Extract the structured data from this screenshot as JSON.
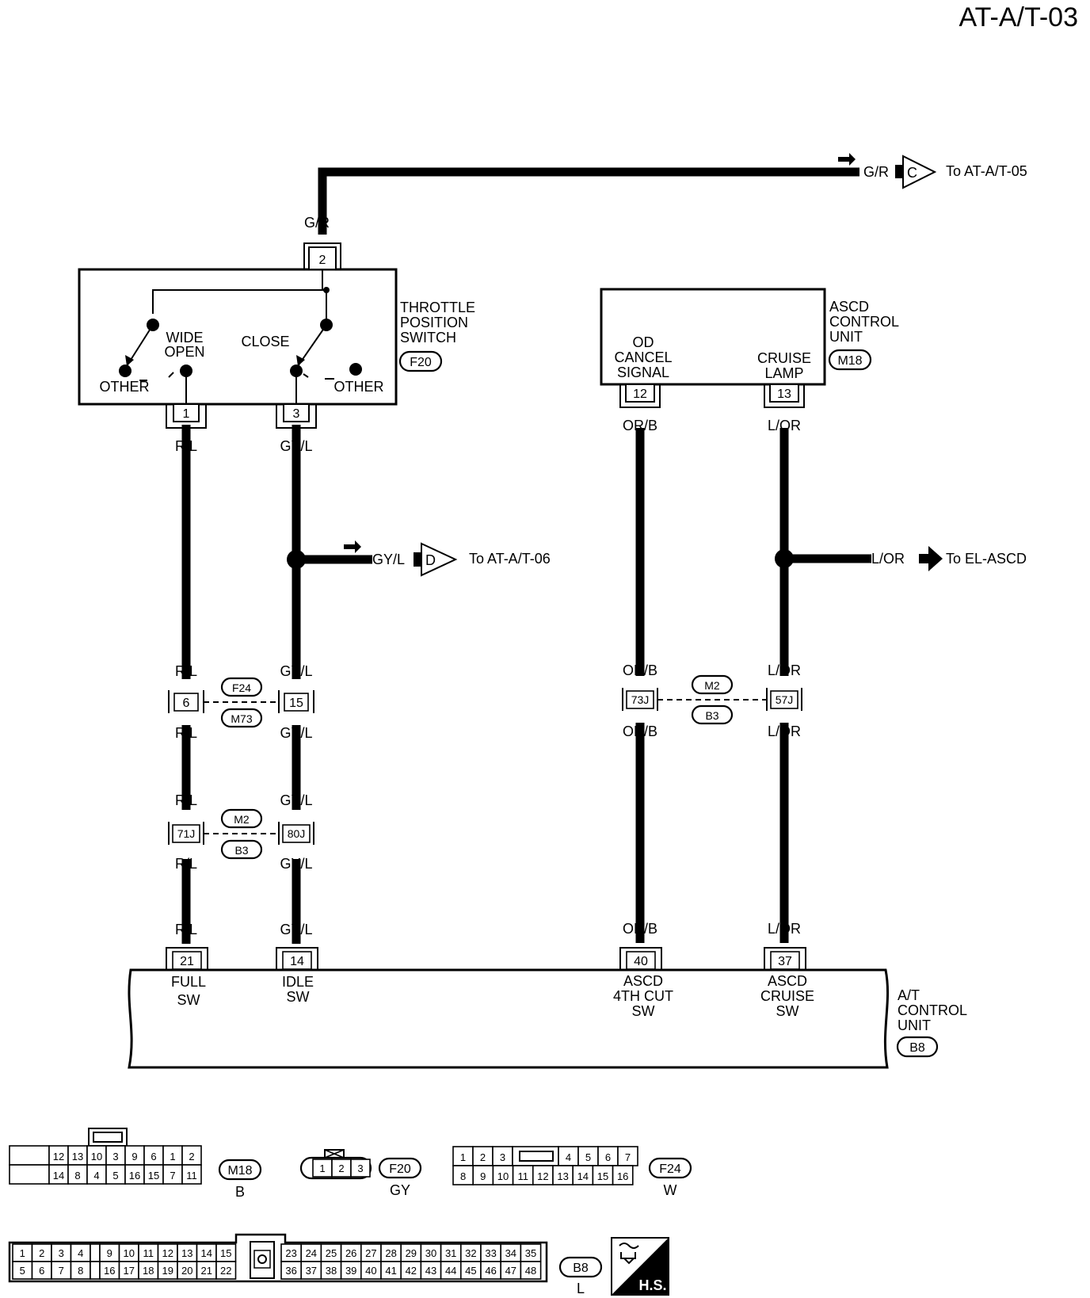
{
  "page_id": "AT-A/T-03",
  "wire_colors": {
    "gr": "G/R",
    "rl": "R/L",
    "gyl": "GY/L",
    "orb": "OR/B",
    "lor": "L/OR"
  },
  "offpage": {
    "c_letter": "C",
    "c_dest": "To AT-A/T-05",
    "d_letter": "D",
    "d_dest": "To AT-A/T-06",
    "el_dest": "To EL-ASCD"
  },
  "tps": {
    "title": [
      "THROTTLE",
      "POSITION",
      "SWITCH"
    ],
    "connector": "F20",
    "wide_open": [
      "WIDE",
      "OPEN"
    ],
    "close": "CLOSE",
    "other": "OTHER",
    "pin_top": "2",
    "pin_left": "1",
    "pin_right": "3"
  },
  "ascd": {
    "title": [
      "ASCD",
      "CONTROL",
      "UNIT"
    ],
    "connector": "M18",
    "od_cancel": [
      "OD",
      "CANCEL",
      "SIGNAL"
    ],
    "cruise_lamp": [
      "CRUISE",
      "LAMP"
    ],
    "pin_left": "12",
    "pin_right": "13"
  },
  "joints": {
    "j1_left": "6",
    "j1_right": "15",
    "j1_top": "F24",
    "j1_bottom": "M73",
    "j2_left": "71J",
    "j2_right": "80J",
    "j2_top": "M2",
    "j2_bottom": "B3",
    "j3_left": "73J",
    "j3_right": "57J",
    "j3_top": "M2",
    "j3_bottom": "B3"
  },
  "atcu": {
    "title": [
      "A/T",
      "CONTROL",
      "UNIT"
    ],
    "connector": "B8",
    "pins": [
      "21",
      "14",
      "40",
      "37"
    ],
    "full": [
      "FULL",
      "SW"
    ],
    "idle": [
      "IDLE",
      "SW"
    ],
    "ascd4": [
      "ASCD",
      "4TH CUT",
      "SW"
    ],
    "ascdc": [
      "ASCD",
      "CRUISE",
      "SW"
    ]
  },
  "connector_views": {
    "m18": {
      "name": "M18",
      "color": "B",
      "row1": [
        "",
        "12",
        "13",
        "10",
        "3",
        "9",
        "6",
        "1",
        "2"
      ],
      "row2": [
        "",
        "14",
        "8",
        "4",
        "5",
        "16",
        "15",
        "7",
        "11"
      ]
    },
    "f20": {
      "name": "F20",
      "color": "GY",
      "pins": [
        "1",
        "2",
        "3"
      ]
    },
    "f24": {
      "name": "F24",
      "color": "W",
      "row1": [
        "1",
        "2",
        "3",
        "",
        "4",
        "5",
        "6",
        "7"
      ],
      "row2": [
        "8",
        "9",
        "10",
        "11",
        "12",
        "13",
        "14",
        "15",
        "16"
      ]
    },
    "b8": {
      "name": "B8",
      "color": "L",
      "left_row1": [
        "1",
        "2",
        "3",
        "4",
        "",
        "9",
        "10",
        "11",
        "12",
        "13",
        "14",
        "15"
      ],
      "left_row2": [
        "5",
        "6",
        "7",
        "8",
        "",
        "16",
        "17",
        "18",
        "19",
        "20",
        "21",
        "22"
      ],
      "right_row1": [
        "23",
        "24",
        "25",
        "26",
        "27",
        "28",
        "29",
        "30",
        "31",
        "32",
        "33",
        "34",
        "35"
      ],
      "right_row2": [
        "36",
        "37",
        "38",
        "39",
        "40",
        "41",
        "42",
        "43",
        "44",
        "45",
        "46",
        "47",
        "48"
      ]
    },
    "hs_badge": "H.S."
  }
}
